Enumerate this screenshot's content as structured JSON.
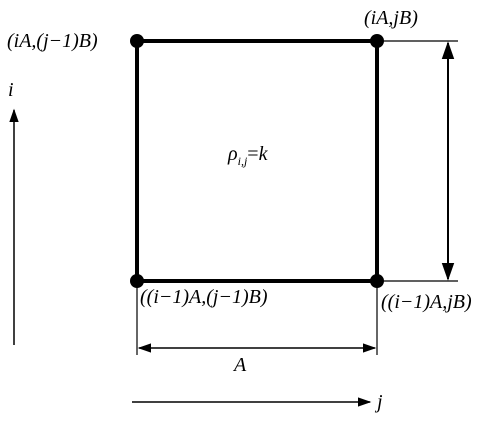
{
  "corners": {
    "top_left": "(iA,(j−1)B)",
    "top_right": "(iA,jB)",
    "bottom_left": "((i−1)A,(j−1)B)",
    "bottom_right": "((i−1)A,jB)"
  },
  "cell": {
    "symbol": "ρ",
    "subscript": "i,j",
    "equals": "=",
    "value": "k"
  },
  "dimension_label": "A",
  "axes": {
    "vertical": "i",
    "horizontal": "j"
  }
}
